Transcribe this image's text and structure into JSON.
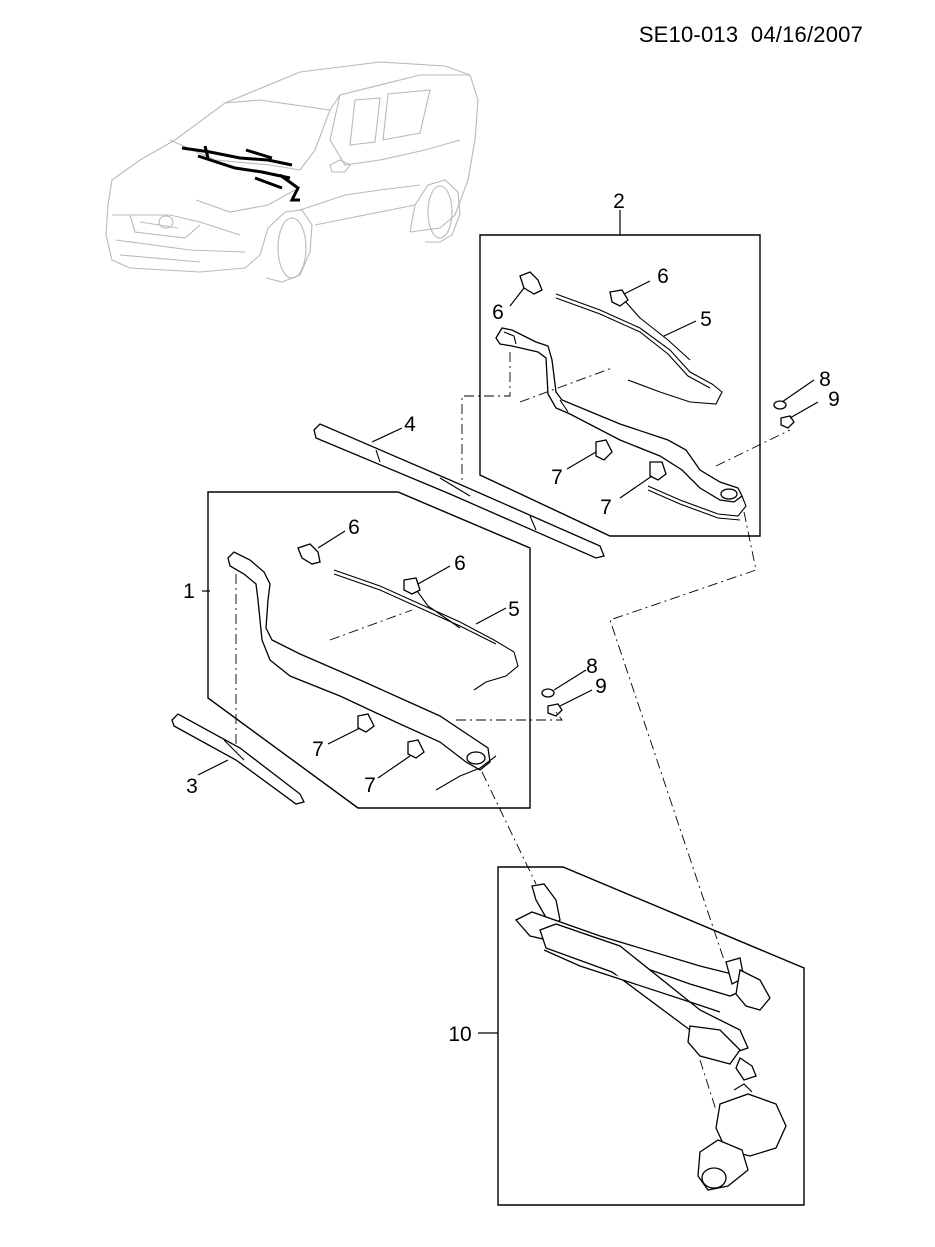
{
  "header": {
    "code": "SE10-013",
    "date": "04/16/2007"
  },
  "callouts": {
    "c1": "1",
    "c2": "2",
    "c3": "3",
    "c4": "4",
    "c5a": "5",
    "c5b": "5",
    "c6a": "6",
    "c6b": "6",
    "c6c": "6",
    "c6d": "6",
    "c7a": "7",
    "c7b": "7",
    "c7c": "7",
    "c7d": "7",
    "c8a": "8",
    "c8b": "8",
    "c9a": "9",
    "c9b": "9",
    "c10": "10"
  }
}
